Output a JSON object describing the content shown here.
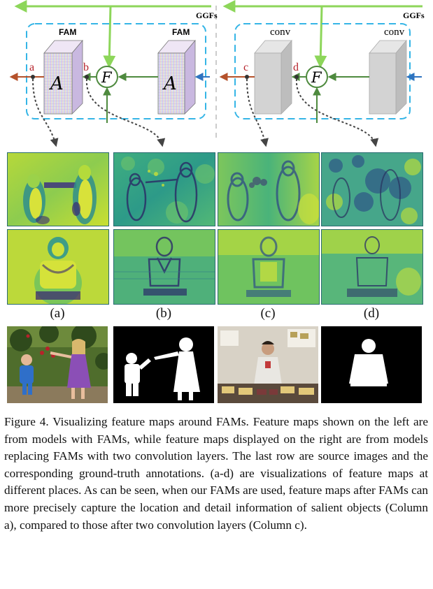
{
  "diagram": {
    "left": {
      "ggf_label": "GGFs",
      "block1_label": "FAM",
      "block2_label": "FAM",
      "block_glyph": "A",
      "fuse_glyph": "F",
      "tap1": "a",
      "tap2": "b"
    },
    "right": {
      "ggf_label": "GGFs",
      "block1_label": "conv",
      "block2_label": "conv",
      "fuse_glyph": "F",
      "tap1": "c",
      "tap2": "d"
    },
    "colors": {
      "ggf_arrow": "#8dd65a",
      "dashed_box": "#35b5e6",
      "output_arrow": "#b5522b",
      "input_arrow": "#2f74c0",
      "flow_arrow": "#4e8a3e",
      "tap_dot": "#333333"
    }
  },
  "panels": [
    "(a)",
    "(b)",
    "(c)",
    "(d)"
  ],
  "source_images": [
    "children-photo",
    "children-mask",
    "man-photo",
    "man-mask"
  ],
  "caption": "Figure 4. Visualizing feature maps around FAMs. Feature maps shown on the left are from models with FAMs, while feature maps displayed on the right are from models replacing FAMs with two convolution layers. The last row are source images and the corresponding ground-truth annotations. (a-d) are visualizations of feature maps at different places. As can be seen, when our FAMs are used, feature maps after FAMs can more precisely capture the location and detail information of salient objects (Column a), compared to those after two convolution layers (Column c)."
}
